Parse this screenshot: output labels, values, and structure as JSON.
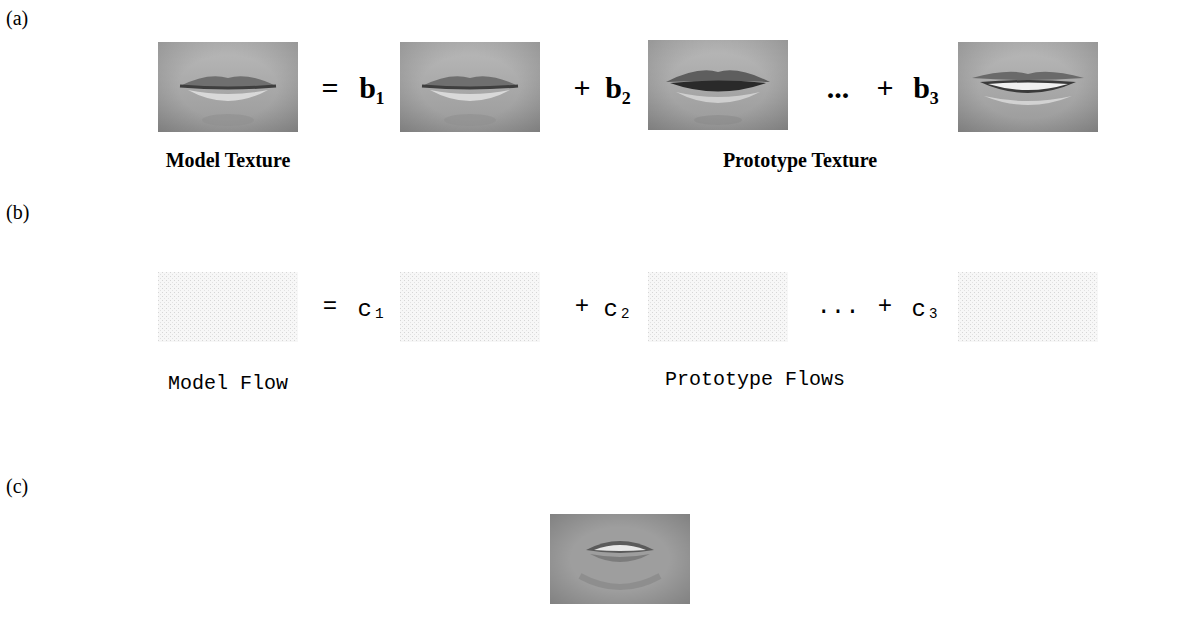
{
  "diagram": {
    "labels": [
      "(a)",
      "=",
      "b₁",
      "+",
      "b₂",
      "...",
      "+",
      "b₃",
      "Model Texture",
      "Prototype Texture",
      "(b)",
      "=",
      "c₁",
      "+",
      "c₂",
      "...",
      "+",
      "c₃",
      "Model Flow",
      "Prototype Flows",
      "(c)"
    ]
  }
}
